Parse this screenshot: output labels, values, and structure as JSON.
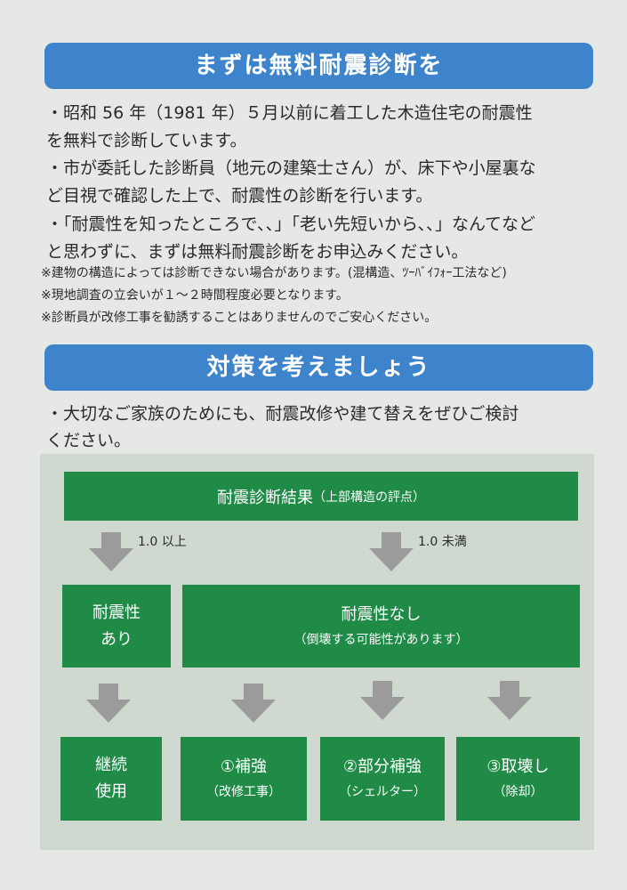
{
  "section1": {
    "title": "まずは無料耐震診断を",
    "lines": [
      "・昭和 56 年（1981 年）５月以前に着工した木造住宅の耐震性",
      "を無料で診断しています。",
      "・市が委託した診断員（地元の建築士さん）が、床下や小屋裏な",
      "ど目視で確認した上で、耐震性の診断を行います。",
      "・「耐震性を知ったところで､､」「老い先短いから､､」なんてなど",
      "と思わずに、まずは無料耐震診断をお申込みください。"
    ],
    "notes": [
      "※建物の構造によっては診断できない場合があります。(混構造、ﾂｰﾊﾞｲﾌｫｰ工法など)",
      "※現地調査の立会いが１～２時間程度必要となります。",
      "※診断員が改修工事を勧誘することはありませんのでご安心ください。"
    ]
  },
  "section2": {
    "title": "対策を考えましょう",
    "lines": [
      "・大切なご家族のためにも、耐震改修や建て替えをぜひご検討",
      "ください。"
    ]
  },
  "flow": {
    "top": {
      "main": "耐震診断結果",
      "sub": "（上部構造の評点）"
    },
    "branch_left": "1.0 以上",
    "branch_right": "1.0 未満",
    "left": {
      "l1": "耐震性",
      "l2": "あり"
    },
    "right": {
      "l1": "耐震性なし",
      "l2": "（倒壊する可能性があります）"
    },
    "outcomes": [
      {
        "l1": "継続",
        "l2": "使用"
      },
      {
        "l1": "①補強",
        "l2": "（改修工事）"
      },
      {
        "l1": "②部分補強",
        "l2": "（シェルター）"
      },
      {
        "l1": "③取壊し",
        "l2": "（除却）"
      }
    ]
  },
  "colors": {
    "header": "#3d84cc",
    "box": "#1f8b47",
    "arrow": "#9b9b9b"
  }
}
